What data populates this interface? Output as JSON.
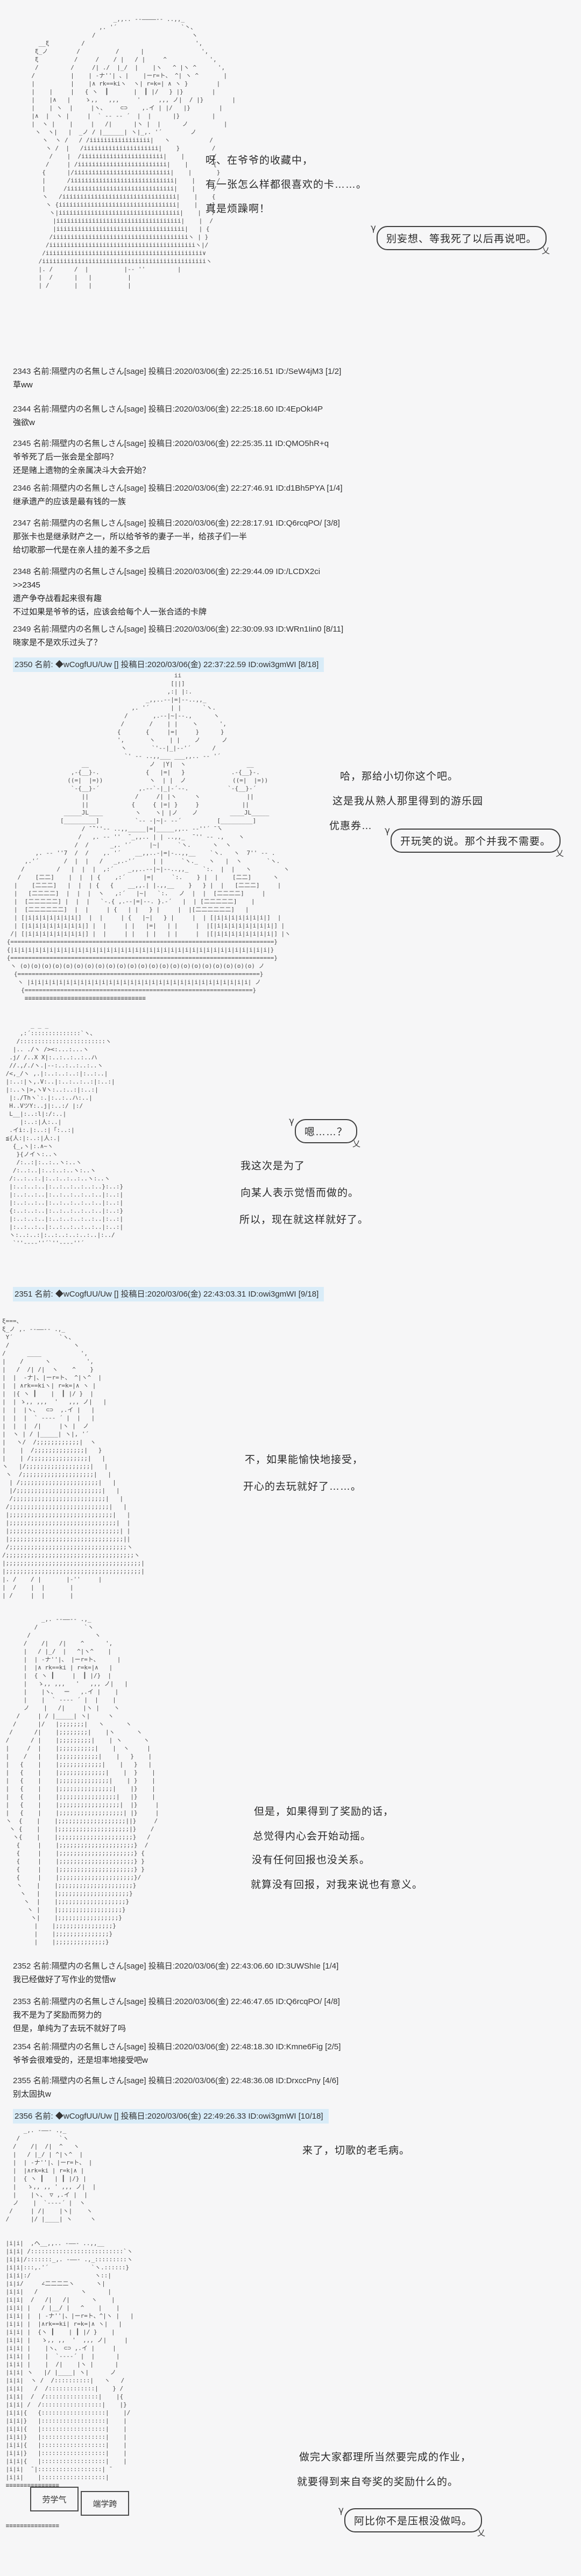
{
  "meta": {
    "background_color": "#f6f6f7",
    "text_color": "#2a2a2a",
    "aa_color": "#4b4b4b",
    "author_highlight_color": "#d9ecf8"
  },
  "scenes": {
    "s1": {
      "aa": [
        "                              _,,.. -‐――――‐- ..,,_",
        "                          ,. '´                  `丶、",
        "                        /                           ヽ",
        "         __ξ         /                               ',",
        "        ξ_ノ        /          /      |                ',",
        "        ξ          /     /    / |   / |     ^            ',",
        "        /         /     /| ./  |_/  |    |ヽ   ^ |ヽ ^      ',",
        "       /          |    | -ナ''| 、|    |ーr=ト、 ^| ヽ ^       |",
        "       |          |    |∧ rk==kiヽ  ヽ| r=k=| ∧ ヽ }        |",
        "       |    |     |   { ヽ  ┃       |  ┃ |/   } |}        |",
        "       |    |∧   |    ゝ,,   ,,,     '     ,,, ノ|  / |}        |",
        "       |    | ヽ  |     |ヽ、    ⊂⊃    ,.イ | |/   |}        |",
        "       |∧  |  ヽ |     |  ` ‐- -‐ ´  |  |      |}         |",
        "       |  ヽ |    |     |   /|      |ヽ |  |      ノ          |",
        "        ヽ  ヽ|   |  _ノ / |______| ヽ|_,. '´        ノ",
        "          ヽ  ヽ /   / /iiiiiiiiiiiiiiiii|   ヽ           /",
        "           ヽ /  |   /iiiiiiiiiiiiiiiiiiiii|    }         /",
        "            /    |  /iiiiiiiiiiiiiiiiiiiiiii|    |        /",
        "           /     | /iiiiiiiiiiiiiiiiiiiiiiiii|    |       {",
        "          {      |/iiiiiiiiiiiiiiiiiiiiiiiiiii|    |       }",
        "          |      /iiiiiiiiiiiiiiiiiiiiiiiiiiiii|    |      /",
        "          |     /iiiiiiiiiiiiiiiiiiiiiiiiiiiiii|    |     /",
        "          ヽ   /iiiiiiiiiiiiiiiiiiiiiiiiiiiiiiii|    |    {",
        "           ヽ {iiiiiiiiiiiiiiiiiiiiiiiiiiiiiiiii|    |    }",
        "            ヽ|iiiiiiiiiiiiiiiiiiiiiiiiiiiiiiiiii|    |   /",
        "             |iiiiiiiiiiiiiiiiiiiiiiiiiiiiiiiiiii|    |  /",
        "             |iiiiiiiiiiiiiiiiiiiiiiiiiiiiiiiiiiii|   | {",
        "            /iiiiiiiiiiiiiiiiiiiiiiiiiiiiiiiiiiiiiiヽ | }",
        "           /iiiiiiiiiiiiiiiiiiiiiiiiiiiiiiiiiiiiiiiiiヽ|/",
        "          /iiiiiiiiiiiiiiiiiiiiiiiiiiiiiiiiiiiiiiiiiiii∨",
        "         /iiiiiiiiiiiiiiiiiiiiiiiiiiiiiiiiiiiiiiiiiiiiiiヽ",
        "         |. /      /  |          |-- ''         |",
        "         |  /      |   |          |",
        "         | /       |   |          |"
      ],
      "lines": [
        "呀、在爷爷的收藏中，",
        "有一张怎么样都很喜欢的卡……。",
        "真是烦躁啊！"
      ],
      "bubble": "别妄想、等我死了以后再说吧。"
    },
    "s2": {
      "aa": [
        "                                                ii",
        "                                               [||]",
        "                                              ,:| |:.",
        "                                        _,,..-‐|=|‐-..,,_",
        "                                    ,. '´      | |      `ヽ.",
        "                                  /       ,.-‐|~|‐-.,      ヽ",
        "                                 /       /    | |    ヽ      ',",
        "                                {       {     |=|     }      }",
        "                                ',       ヽ    | |    ノ      ノ",
        "                                 ヽ       `'‐-|_|-‐'´      /",
        "                                  `' ‐- ..,,___ ___,,.. -‐ '´",
        "                      __                 ノ  |Y|  ヽ                 __",
        "                   ,-{__}-.             {   |=|   }             .-{__}-.",
        "                  ((=|  |=))             ヽ  | |  ノ             ((=|  |=))",
        "                   `-{__}-´           ,.-‐`-|_|-´‐-.           `-{__}-´",
        "                      ||             /     /| |ヽ     ヽ             ||",
        "                      ||            {     { |=| }     }            ||",
        "                 _____JL____         ヽ    ヽ| |ノ    ノ         ____JL_____",
        "                [_________]          `‐- -|~|- -‐´          [_________]",
        "                      / ̄ ̄`''‐- ..,,_____|=|_____,,.. -‐''´ ̄ ̄ヽ",
        "                     /   ,. -‐ ''  ̄ _,,.. | | ..,,_  ̄ '' ‐- .,    ヽ",
        "                    /  /      _,. '´     |~|     `ヽ.      ヽ  ヽ",
        "         ,. -‐ ''7  /  /    ,. '´    __,,..-|=|-..,,__    `ヽ.   ヽ  7'' ‐- .",
        "      ,.'´       /  |  |   /   _,.-'´     | |     `ヽ._   ヽ   |  ヽ       `ヽ.",
        "     /         /   |  |  |  ,:´    _,,..--|~|--..,,_    `:.  |  |   ヽ         ヽ",
        "    /    [二二]    |  |  | {    ,:´     |=|     `:.    } |  |    [二二]      ヽ",
        "   |    [二二二]   |  |  | {   {    __,,.| |.,,__    }   } |  |   [二二二]     |",
        "   |   [二二二二]  |  |  |  ヽ   ,:´   |~|   `:.   ノ  |  |  [二二二二]     |",
        "   |  [二二二二二] |  |  |   `‐.{ ,.-‐|=|‐-. }.‐´   |  | [二二二二二]    |",
        "   |  [二二二二二二]  |  |     | {   | |   } |     |  |[二二二二二二]   |",
        "   | [|i|i|i|i|i|i|i|]  |  |     | {   |~|   } |     |  | [|i|i|i|i|i|i|i|]  |",
        "   | [|i|i|i|i|i|i|i|i|] |  |     | |   |=|   | |     |  |[|i|i|i|i|i|i|i|i|] |",
        "  /| [|i|i|i|i|i|i|i|i|] |  |     | |   | |   | |     |  |[|i|i|i|i|i|i|i|i|] |ヽ",
        " {==========================================================================}",
        " {|i|i|i|i|i|i|i|i|i|i|i|i|i|i|i|i|i|i|i|i|i|i|i|i|i|i|i|i|i|i|i|i|i|i|i|i|}",
        " {==========================================================================}",
        "  ヽ (o)(o)(o)(o)(o)(o)(o)(o)(o)(o)(o)(o)(o)(o)(o)(o)(o)(o)(o)(o)(o)(o) ノ",
        "   {====================================================================}",
        "    ヽ |i|i|i|i|i|i|i|i|i|i|i|i|i|i|i|i|i|i|i|i|i|i|i|i|i|i|i|i|i|i|i| ノ",
        "     {================================================================}",
        "      ≡≡≡≡≡≡≡≡≡≡≡≡≡≡≡≡≡≡≡≡≡≡≡≡≡≡≡≡≡≡≡≡≡≡",
        ""
      ],
      "lines": [
        "哈，那给小切你这个吧。",
        "这是我从熟人那里得到的游乐园",
        "优惠券…"
      ],
      "bubble": "开玩笑的说。那个并我不需要。"
    },
    "s3": {
      "aa": [
        "        _ _ _",
        "     ,:´::::::::::::::`ヽ、",
        "    /::::::::::::::::::::::::ヽ",
        "   |.. ./ヽ /><:...:...ヽ",
        "  .j/ /..X X|:..:..:..:..ハ",
        "  //.,/./ヽ.|-‐:..:..:..:..ヽ",
        " /<,_/ヽ ,.|:..:..:..:|:..:..|",
        " |:..:|ヽ,.V:..|:..:..:..:|:..:|",
        " |:..ヽ|>,ヽVヽ:..:..:|:..:|",
        "  |:./Thヽ`:.|:..:..ハ:..|",
        "  H..VツY:..j|:..:/ |:/",
        "  L__|:..:l|:/:..|",
        "     |:..:|人:..|",
        "  .イi:.|:..:|「:..:|",
        " ≦{人:|:..:|人:.|",
        "   {_,ヽ|:.∧~ヽ",
        "    }{ノイヽ:..ヽ",
        "    /:..:|:..:..ヽ:..ヽ",
        "   /:..:..|:..:..:..ヽ:..ヽ",
        "  /:..:..:.|:..:..:..:..ヽ:..ヽ",
        "  |:..:..:..|:..:..:..:..:..}:..:}",
        "  |:..:..:..|:..:..:..:..:..|:..:|",
        "  |:..:..:..|:..:..:..:..:..|:..:|",
        "  {:..:..:..|:..:..:..:..:..|:..:}",
        "  |:..:..:..|:..:..:..:..:..|:..:|",
        "  |:..:..:..|:..:..:..:..:..|:..:|",
        "  ヽ:..:..:|:..:..:..:..:..|:../",
        "   `''‐--‐''´`''‐--‐''´"
      ],
      "bubble": "嗯……？",
      "lines": [
        "我这次是为了",
        "向某人表示觉悟而做的。",
        "所以，现在就这样就好了。"
      ]
    },
    "s4": {
      "aa": [
        "ξ===、",
        "ξ_ノ ,. -‐――‐- .,_",
        " Y´             `ヽ、",
        " /                  ヽ",
        "/      ____           ',",
        "|    /      ヽ          ',",
        "|   /  /| /|  ヽ    ^    }",
        "|  |  -ナ|、|ーr=ト、 ^|ヽ^  |",
        "|  | ∧rk==kiヽ| r=k=|∧ ヽ |",
        "|  |{ ヽ ┃    |  ┃ |/ }  |",
        "|  | ゝ,, ,,,  '   ,,, ノ|   |",
        "|  |  |ヽ、  ⊂⊃  ,.イ |   |",
        "|  |  |  ` ‐--‐ ´ |  |   |",
        "|  |  |  /|     |ヽ |  ノ",
        "|  ヽ | / |_____| ヽ|, '´",
        "|   ヽ/  /;;;;;;;;;;;;|  ヽ",
        "|    |  /;;;;;;;;;;;;;;|   }",
        "|    | /;;;;;;;;;;;;;;;;|   |",
        "ヽ   |/;;;;;;;;;;;;;;;;;;|   |",
        " ヽ  /;;;;;;;;;;;;;;;;;;;;|   |",
        "  | /;;;;;;;;;;;;;;;;;;;;;;|   |",
        "  |/;;;;;;;;;;;;;;;;;;;;;;;;|   |",
        "  /;;;;;;;;;;;;;;;;;;;;;;;;;;|   |",
        " /;;;;;;;;;;;;;;;;;;;;;;;;;;;;|   |",
        " |;;;;;;;;;;;;;;;;;;;;;;;;;;;;;|   |",
        " |;;;;;;;;;;;;;;;;;;;;;;;;;;;;;;|  |",
        " |;;;;;;;;;;;;;;;;;;;;;;;;;;;;;;;| |",
        " |;;;;;;;;;;;;;;;;;;;;;;;;;;;;;;;;||",
        " /;;;;;;;;;;;;;;;;;;;;;;;;;;;;;;;;;ヽ",
        "/;;;;;;;;;;;;;;;;;;;;;;;;;;;;;;;;;;;;ヽ",
        "|;;;;;;;;;;;;;;;;;;;;;;;;;;;;;;;;;;;;;;|",
        "|;;;;;;;;;;;;;;;;;;;;;;;;;;;;;;;;;;;;;;|",
        "|. /    / |       |-''     |",
        "|  /    |  |       |",
        "| /     |  |       |",
        ""
      ],
      "lines": [
        "不，如果能愉快地接受，",
        "开心的去玩就好了……。"
      ]
    },
    "s5": {
      "aa": [
        "           _,. -‐――‐- .,_",
        "         /             `ヽ",
        "       /                  ヽ",
        "      /    /|   /|    ^      ',",
        "      |   / |_/  |   ^|ヽ^    |",
        "      |  | ‐ナ''|、 |ーr=ト、     |",
        "      |  |∧ rk==ki | r=k=|∧   |",
        "      |  { ヽ ┃     |  ┃ |/}  |",
        "      |   ゝ,, ,,,   '   ,,, ノ|   |",
        "      |    |ヽ、  ー   ,.イ |    |",
        "      |    |  ` ‐--‐ ´ |  |    |",
        "      ノ    |   /|     |ヽ |    ヽ",
        "    /     | / |_____| ヽ|     ヽ",
        "   /      |/   |;;;;;;;|   ヽ      ヽ",
        "  /      /|    |;;;;;;;;|    |ヽ      ヽ",
        " /      / |    |;;;;;;;;;|    | ヽ      ヽ",
        " |     /  |    |;;;;;;;;;;|    |  ヽ     |",
        " |    /   |    |;;;;;;;;;;;|    |   }    |",
        " |   {    |    |;;;;;;;;;;;;|    |   }   |",
        " |   {    |    |;;;;;;;;;;;;;|    |  }    |",
        " |   {    |    |;;;;;;;;;;;;;;|    | }    |",
        " |   {    |    |;;;;;;;;;;;;;;;|    |}    |",
        " |   {    |    |;;;;;;;;;;;;;;;;|   |}    |",
        " |   {    |    |;;;;;;;;;;;;;;;;;|  |}     |",
        " |   {    |    |;;;;;;;;;;;;;;;;;;| |}     |",
        " ヽ  {    |    |;;;;;;;;;;;;;;;;;;;||}     /",
        "  ヽ {    |    |;;;;;;;;;;;;;;;;;;;;|}    /",
        "   ヽ{    |    |;;;;;;;;;;;;;;;;;;;;;}   /",
        "    {     |    |;;;;;;;;;;;;;;;;;;;;;}  /",
        "    {     |    |;;;;;;;;;;;;;;;;;;;;;} {",
        "    {     |    |;;;;;;;;;;;;;;;;;;;;;} }",
        "    {     |    |;;;;;;;;;;;;;;;;;;;;;} }",
        "    {     |    |;;;;;;;;;;;;;;;;;;;;;}/",
        "    ヽ    |    |;;;;;;;;;;;;;;;;;;;;;}",
        "     ヽ   |    |;;;;;;;;;;;;;;;;;;;;}",
        "      ヽ  |    |;;;;;;;;;;;;;;;;;;;}",
        "       ヽ |    |;;;;;;;;;;;;;;;;;;}",
        "        ヽ|    |;;;;;;;;;;;;;;;;;}",
        "         |    |;;;;;;;;;;;;;;;;}",
        "         |    |;;;;;;;;;;;;;;;}",
        "         |    |;;;;;;;;;;;;;;}",
        ""
      ],
      "lines": [
        "但是，如果得到了奖励的话，",
        "总觉得内心会开始动摇。",
        "没有任何回报也没关系。",
        "就算没有回报，对我来说也有意义。"
      ]
    },
    "s6a": {
      "aa": [
        "      _,. -――- .,_",
        "    /           `ヽ",
        "   /    /|  /|  ^   ヽ",
        "   |   / |_/ | ^|ヽ^  |",
        "   |  | ‐ナ''|、|ーr=ト、 |",
        "   |  |∧rk=ki | r=k|∧ |",
        "   |  { ヽ ┃   | ┃ |/} |",
        "   |   ゝ,, ,, ' ,,, ノ|  |",
        "   |    |ヽ、 ▽ ,.イ |  |",
        "   ノ    |  `‐--‐´ |  ヽ",
        "  /     | /|    |ヽ|    ヽ",
        " /      |/ |____| ヽ     ヽ"
      ],
      "lines": [
        "来了，切歌的老毛病。"
      ]
    },
    "s6b": {
      "aa": [
        " |i|i|  ,ヘ__,,.. -――- ..,,__",
        " |i|i| /::::::::::::::::::::::::::`ヽ",
        " |i|i|/:::::::_,. -――- .,_:::::::::ヽ",
        " |i|i|:::,.'´            `ヽ.::::::}",
        " |i|i|:/                  ヽ::|",
        " |i|i/     ∠二二二二ヽ      ヽ|",
        " |i|i|   /            ヽ      |",
        " |i|i|  /   /|   /|      ヽ    |",
        " |i|i| |   / |__/ |   ^    |    |",
        " |i|i| |  | ‐ナ''|、|ーr=ト、^|ヽ |   |",
        " |i|i| |  |∧rk==ki| r=k=|∧ ヽ|   |",
        " |i|i| |  {ヽ ┃    | ┃ |/ }    |",
        " |i|i| |   ゝ,, ,,  '  ,,, ノ|     |",
        " |i|i| |    |ヽ、 ⊂⊃ ,.イ |     |",
        " |i|i| |    |  `‐--‐´ |  |      |",
        " |i|i| |    |  /|    |ヽ |      |",
        " |i|i| ヽ   |/ |____| ヽ|      ノ",
        " |i|i|  ヽ /  /::::::::::|   ヽ   /",
        " |i|i|   /  /:::::::::::::|    } /",
        " |i|i|  /  /:::::::::::::::|    |{",
        " |i|i| /  /:::::::::::::::::|    |}",
        " |i|i|{   {::::::::::::::::::|    |/",
        " |i|i|}   |::::::::::::::::::|    |",
        " |i|i|{   |::::::::::::::::::|    |",
        " |i|i|}   |::::::::::::::::::|    |",
        " |i|i|{   |::::::::::::::::::|    |",
        " |i|i|}   |::::::::::::::::::|    |",
        " |i|i|{   |::::::::::::::::::|    |",
        " |i|i|  ̄ |::::::::::::::::::| ̄",
        " |i|i|    |::::::::::::::::::|",
        " ≡≡≡≡≡≡≡≡≡≡≡≡≡≡≡",
        "",
        "",
        "",
        "",
        " ≡≡≡≡≡≡≡≡≡≡≡≡≡≡≡",
        "",
        "",
        "",
        "",
        ""
      ],
      "lines": [
        "做完大家都理所当然要完成的作业，",
        "就要得到来自夸奖的奖励什么的。"
      ],
      "bubble": "阿比你不是压根没做吗。",
      "boxes": [
        "劳学气",
        "端学跨"
      ]
    }
  },
  "posts": [
    {
      "header": "2343 名前:隔壁内の名無しさん[sage] 投稿日:2020/03/06(金) 22:25:16.51 ID:/SeW4jM3 [1/2]",
      "body": [
        "草ww"
      ]
    },
    {
      "header": "2344 名前:隔壁内の名無しさん[sage] 投稿日:2020/03/06(金) 22:25:18.60 ID:4EpOkI4P",
      "body": [
        "強欲w"
      ]
    },
    {
      "header": "2345 名前:隔壁内の名無しさん[sage] 投稿日:2020/03/06(金) 22:25:35.11 ID:QMO5hR+q",
      "body": [
        "爷爷死了后一张会是全部吗？",
        "还是赌上遗物的全亲属决斗大会开始？"
      ]
    },
    {
      "header": "2346 名前:隔壁内の名無しさん[sage] 投稿日:2020/03/06(金) 22:27:46.91 ID:d1Bh5PYA [1/4]",
      "body": [
        "继承遗产的应该是最有钱的一族"
      ]
    },
    {
      "header": "2347 名前:隔壁内の名無しさん[sage] 投稿日:2020/03/06(金) 22:28:17.91 ID:Q6rcqPO/ [3/8]",
      "body": [
        "那张卡也是继承财产之一，所以给爷爷的妻子一半，给孩子们一半",
        "给切歌那一代是在亲人挂的差不多之后"
      ]
    },
    {
      "header": "2348 名前:隔壁内の名無しさん[sage] 投稿日:2020/03/06(金) 22:29:44.09 ID:/LCDX2ci",
      "link": ">>2345",
      "body": [
        "遗产争夺战看起来很有趣",
        "不过如果是爷爷的话，应该会给每个人一张合适的卡牌"
      ]
    },
    {
      "header": "2349 名前:隔壁内の名無しさん[sage] 投稿日:2020/03/06(金) 22:30:09.93 ID:WRn1Iin0 [8/11]",
      "body": [
        "晓家是不是欢乐过头了？"
      ]
    },
    {
      "header": "2350 名前: ◆wCogfUU/Uw [] 投稿日:2020/03/06(金) 22:37:22.59 ID:owi3gmWI [8/18]",
      "body": []
    },
    {
      "header": "2351 名前: ◆wCogfUU/Uw [] 投稿日:2020/03/06(金) 22:43:03.31 ID:owi3gmWI [9/18]",
      "body": []
    },
    {
      "header": "2352 名前:隔壁内の名無しさん[sage] 投稿日:2020/03/06(金) 22:43:06.60 ID:3UWShIe [1/4]",
      "body": [
        "我已经做好了写作业的觉悟w"
      ]
    },
    {
      "header": "2353 名前:隔壁内の名無しさん[sage] 投稿日:2020/03/06(金) 22:46:47.65 ID:Q6rcqPO/ [4/8]",
      "body": [
        "我不是为了奖励而努力的",
        "但是，单纯为了去玩不就好了吗"
      ]
    },
    {
      "header": "2354 名前:隔壁内の名無しさん[sage] 投稿日:2020/03/06(金) 22:48:18.30 ID:Kmne6Fig [2/5]",
      "body": [
        "爷爷会很难受的，还是坦率地接受吧w"
      ]
    },
    {
      "header": "2355 名前:隔壁内の名無しさん[sage] 投稿日:2020/03/06(金) 22:48:36.08 ID:DrxccPny [4/6]",
      "body": [
        "别太固执w"
      ]
    },
    {
      "header": "2356 名前: ◆wCogfUU/Uw [] 投稿日:2020/03/06(金) 22:49:26.33 ID:owi3gmWI [10/18]",
      "body": []
    }
  ]
}
